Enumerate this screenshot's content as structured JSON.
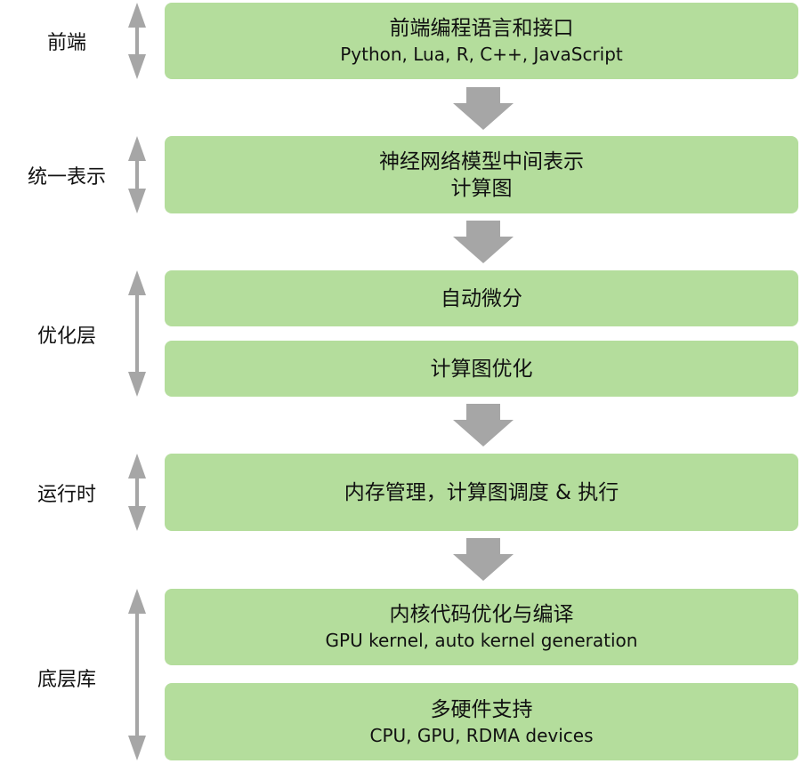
{
  "layers": [
    {
      "label": "前端",
      "boxes": [
        {
          "title": "前端编程语言和接口",
          "subtitle": "Python, Lua, R, C++, JavaScript"
        }
      ]
    },
    {
      "label": "统一表示",
      "boxes": [
        {
          "title": "神经网络模型中间表示",
          "subtitle": "计算图"
        }
      ]
    },
    {
      "label": "优化层",
      "boxes": [
        {
          "title": "自动微分"
        },
        {
          "title": "计算图优化"
        }
      ]
    },
    {
      "label": "运行时",
      "boxes": [
        {
          "title": "内存管理，计算图调度 & 执行"
        }
      ]
    },
    {
      "label": "底层库",
      "boxes": [
        {
          "title": "内核代码优化与编译",
          "subtitle": "GPU kernel, auto kernel generation"
        },
        {
          "title": "多硬件支持",
          "subtitle": "CPU, GPU, RDMA devices"
        }
      ]
    }
  ],
  "colors": {
    "box": "#b4dd9c",
    "arrow": "#a6a6a6"
  }
}
